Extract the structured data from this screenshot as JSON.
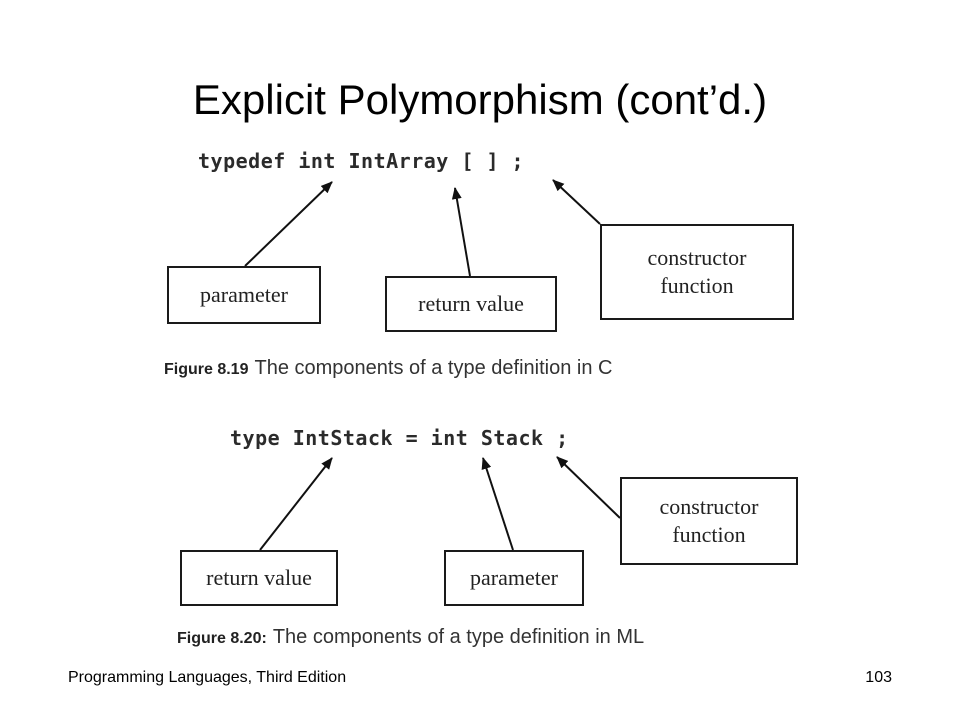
{
  "slide": {
    "title": "Explicit Polymorphism (cont’d.)"
  },
  "figure_1": {
    "code": "typedef int IntArray [ ] ;",
    "labels": {
      "parameter": "parameter",
      "return_value": "return value",
      "constructor_line1": "constructor",
      "constructor_line2": "function"
    },
    "caption_number": "Figure 8.19",
    "caption_text": "The components of a type definition in C"
  },
  "figure_2": {
    "code": "type IntStack = int Stack ;",
    "labels": {
      "return_value": "return value",
      "parameter": "parameter",
      "constructor_line1": "constructor",
      "constructor_line2": "function"
    },
    "caption_number": "Figure 8.20:",
    "caption_text": "The components of a type definition in ML"
  },
  "footer": {
    "book": "Programming Languages, Third Edition",
    "page": "103"
  }
}
